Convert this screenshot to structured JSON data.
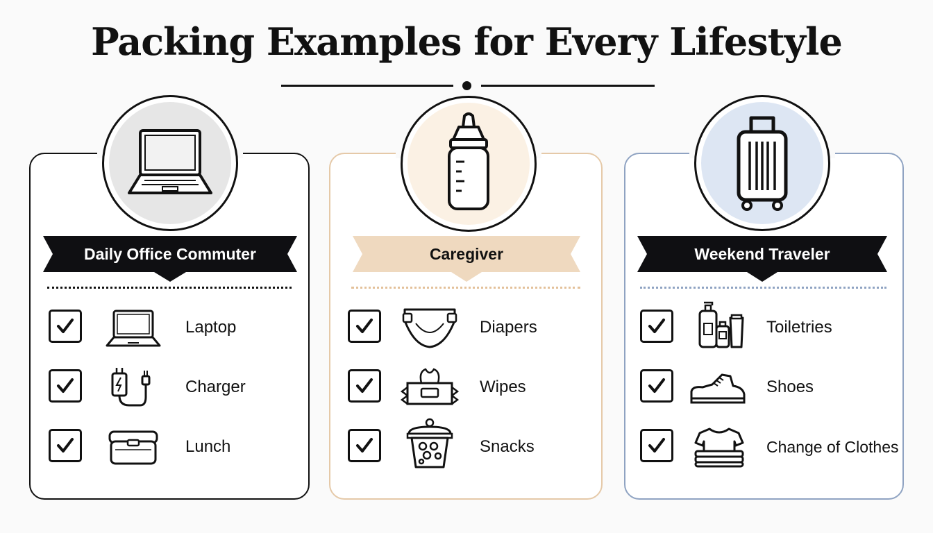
{
  "title": "Packing Examples for Every Lifestyle",
  "colors": {
    "ink": "#111111",
    "caregiver_accent": "#e5c9a8",
    "traveler_accent": "#8fa3c2"
  },
  "cards": [
    {
      "name": "Daily Office Commuter",
      "hero_icon": "laptop-icon",
      "items": [
        {
          "label": "Laptop",
          "icon": "laptop-icon",
          "checked": true
        },
        {
          "label": "Charger",
          "icon": "charger-icon",
          "checked": true
        },
        {
          "label": "Lunch",
          "icon": "lunch-box-icon",
          "checked": true
        }
      ]
    },
    {
      "name": "Caregiver",
      "hero_icon": "baby-bottle-icon",
      "items": [
        {
          "label": "Diapers",
          "icon": "diaper-icon",
          "checked": true
        },
        {
          "label": "Wipes",
          "icon": "wipes-icon",
          "checked": true
        },
        {
          "label": "Snacks",
          "icon": "snack-container-icon",
          "checked": true
        }
      ]
    },
    {
      "name": "Weekend Traveler",
      "hero_icon": "suitcase-icon",
      "items": [
        {
          "label": "Toiletries",
          "icon": "toiletries-icon",
          "checked": true
        },
        {
          "label": "Shoes",
          "icon": "shoe-icon",
          "checked": true
        },
        {
          "label": "Change of Clothes",
          "icon": "folded-clothes-icon",
          "checked": true
        }
      ]
    }
  ]
}
